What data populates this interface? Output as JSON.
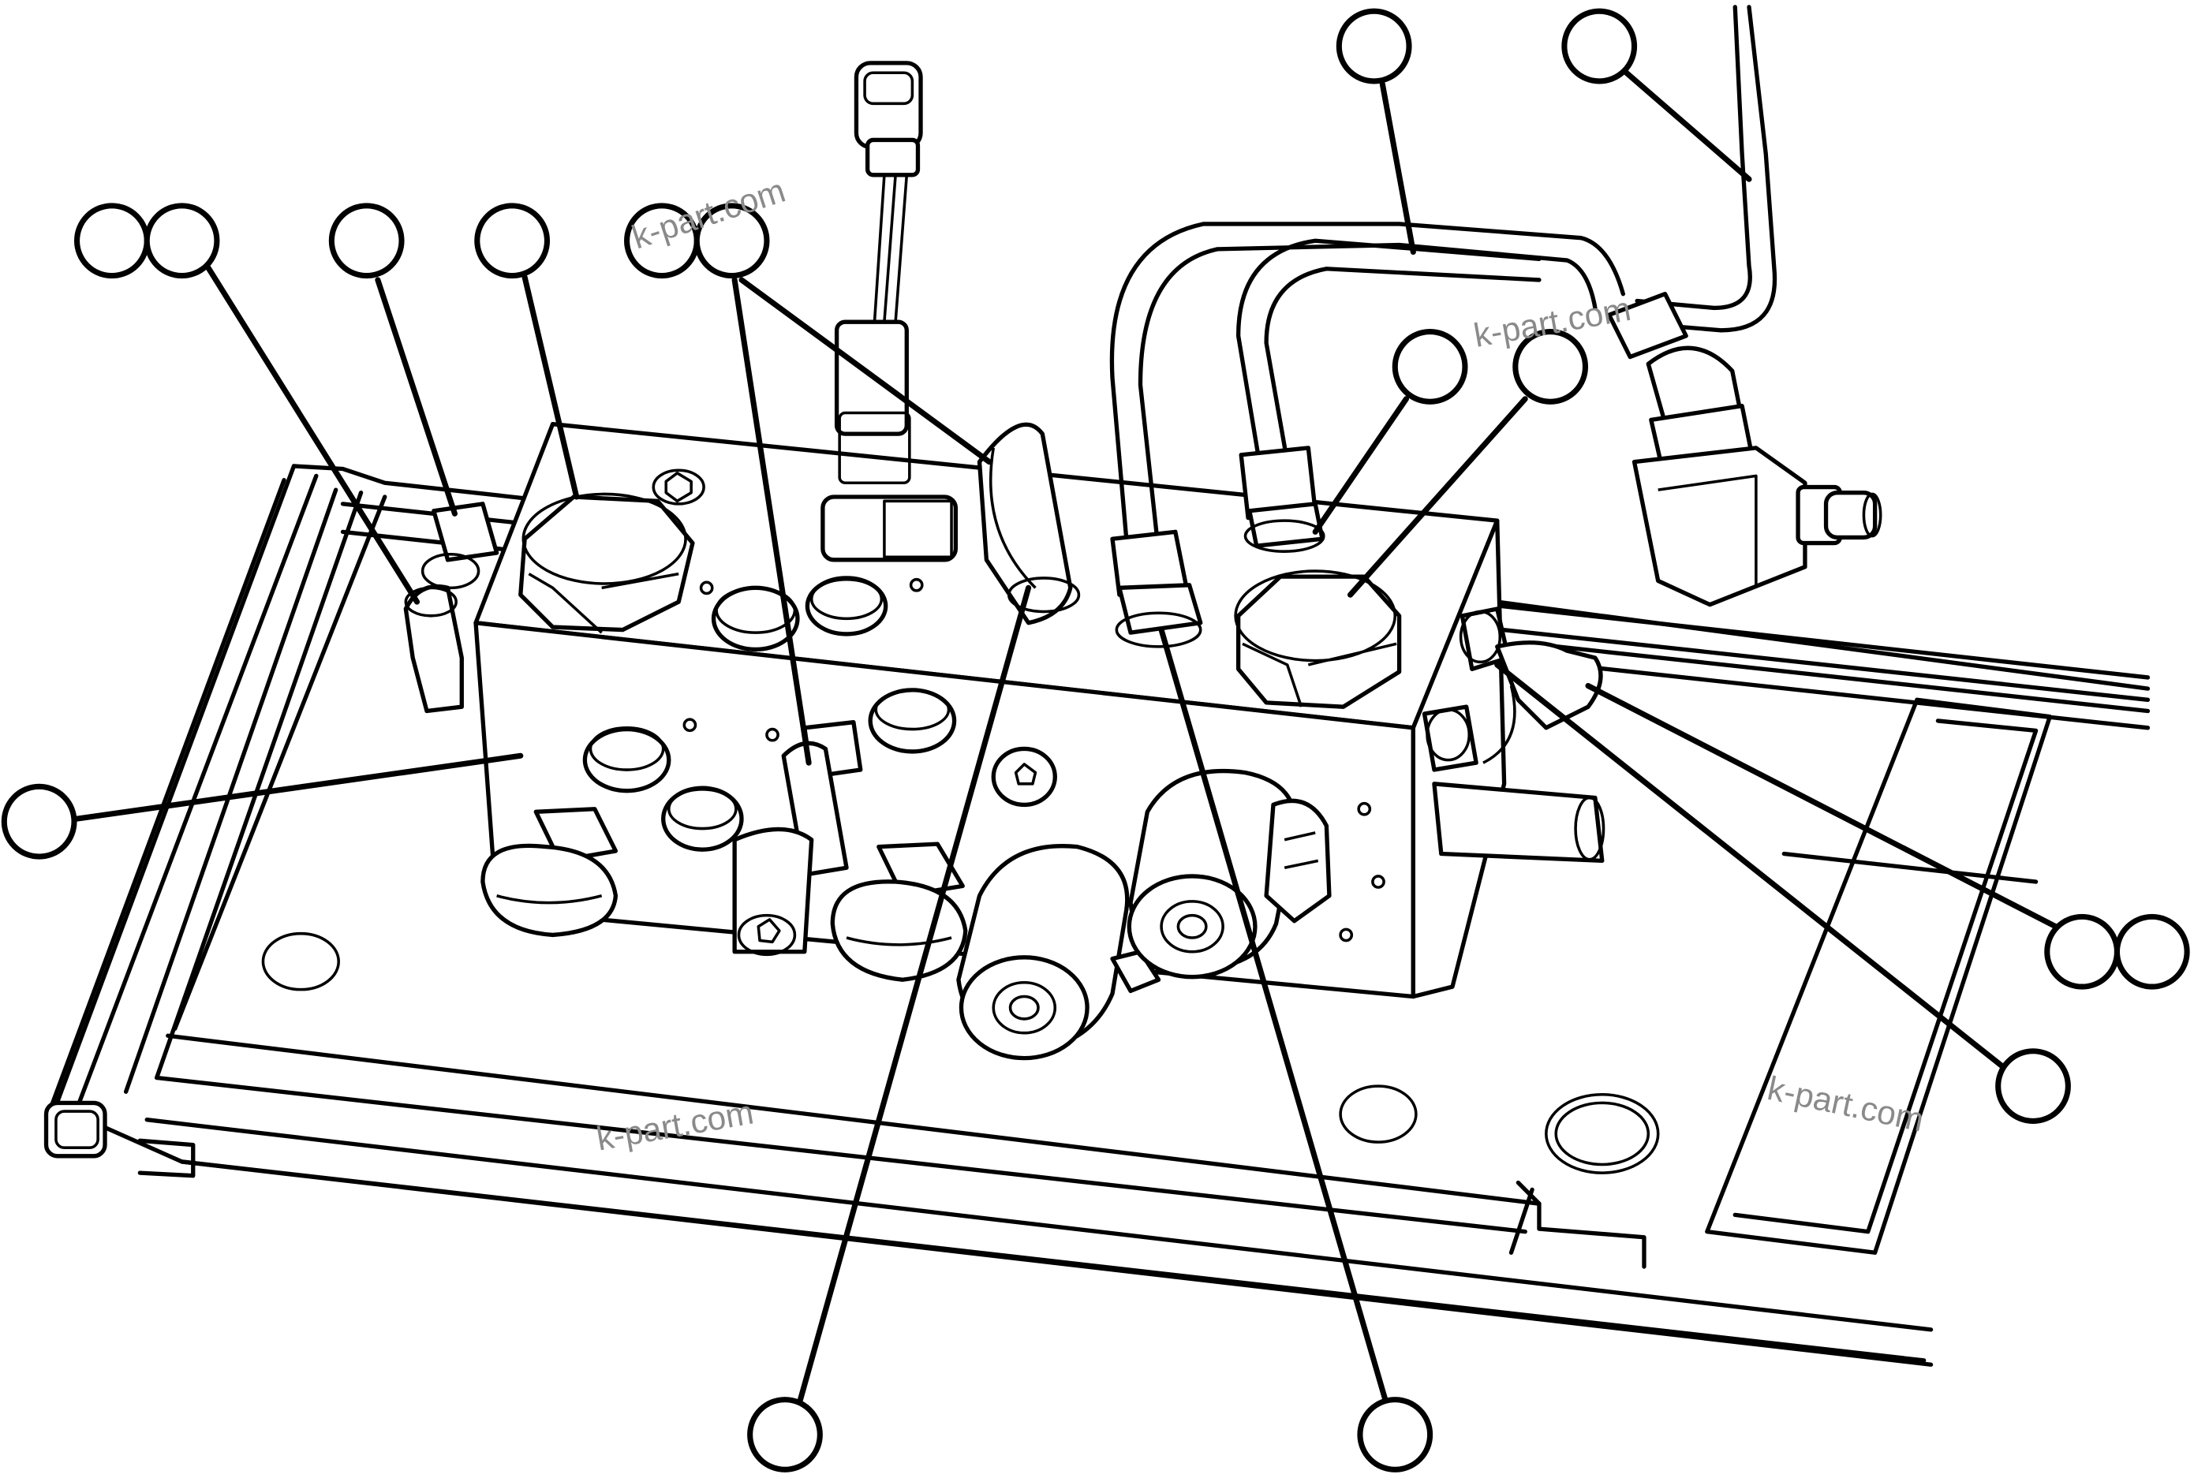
{
  "diagram": {
    "watermark_text": "k-part.com",
    "callouts": [
      {
        "id": "callout-1",
        "label": ""
      },
      {
        "id": "callout-2",
        "label": ""
      },
      {
        "id": "callout-3",
        "label": ""
      },
      {
        "id": "callout-4",
        "label": ""
      },
      {
        "id": "callout-5",
        "label": ""
      },
      {
        "id": "callout-6",
        "label": ""
      },
      {
        "id": "callout-7",
        "label": ""
      },
      {
        "id": "callout-8",
        "label": ""
      },
      {
        "id": "callout-9",
        "label": ""
      },
      {
        "id": "callout-10",
        "label": ""
      },
      {
        "id": "callout-11",
        "label": ""
      },
      {
        "id": "callout-12",
        "label": ""
      },
      {
        "id": "callout-13",
        "label": ""
      },
      {
        "id": "callout-14",
        "label": ""
      },
      {
        "id": "callout-15",
        "label": ""
      },
      {
        "id": "callout-16",
        "label": ""
      },
      {
        "id": "callout-17",
        "label": ""
      }
    ]
  }
}
